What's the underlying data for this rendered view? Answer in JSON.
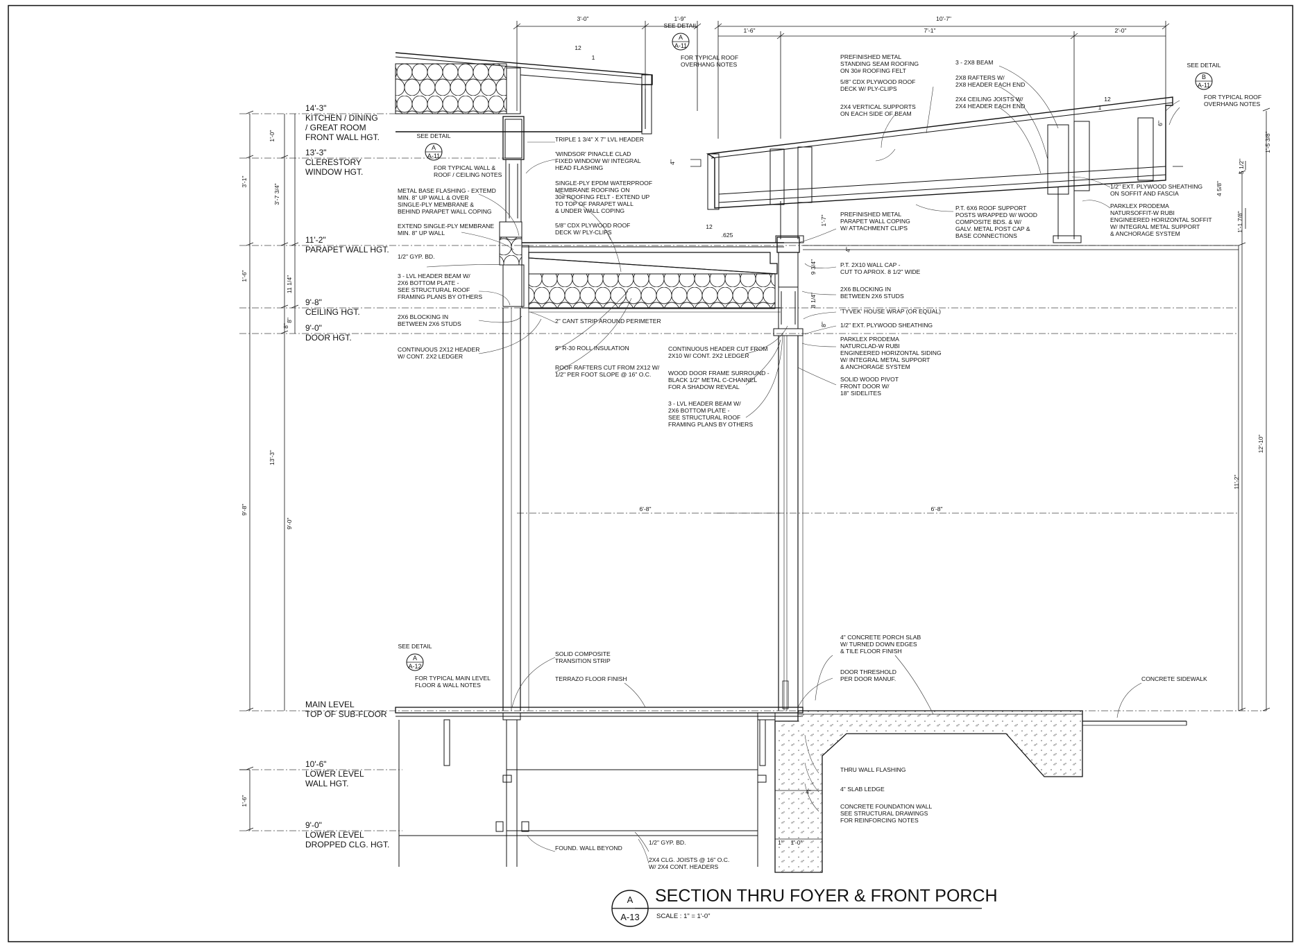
{
  "drawing": {
    "title": "SECTION THRU FOYER & FRONT PORCH",
    "scale": "SCALE :  1\" = 1'-0\"",
    "tag": {
      "letter": "A",
      "sheet": "A-13"
    }
  },
  "levels": [
    {
      "id": "kitchen",
      "lines": [
        "14'-3\"",
        "KITCHEN / DINING",
        "/ GREAT ROOM",
        "FRONT WALL HGT."
      ]
    },
    {
      "id": "clerestory",
      "lines": [
        "13'-3\"",
        "CLERESTORY",
        "WINDOW HGT."
      ]
    },
    {
      "id": "parapet",
      "lines": [
        "11'-2\"",
        "PARAPET WALL HGT."
      ]
    },
    {
      "id": "ceiling",
      "lines": [
        "9'-8\"",
        "CEILING HGT."
      ]
    },
    {
      "id": "door",
      "lines": [
        "9'-0\"",
        "DOOR HGT."
      ]
    },
    {
      "id": "main",
      "lines": [
        "MAIN LEVEL",
        "TOP OF SUB-FLOOR"
      ]
    },
    {
      "id": "lower-wall",
      "lines": [
        "10'-6\"",
        "LOWER LEVEL",
        "WALL HGT."
      ]
    },
    {
      "id": "lower-clg",
      "lines": [
        "9'-0\"",
        "LOWER LEVEL",
        "DROPPED CLG. HGT."
      ]
    }
  ],
  "dimensions": {
    "top": [
      "3'-0\"",
      "1'-9\"",
      "10'-7\"",
      "1'-6\"",
      "7'-1\"",
      "2'-0\""
    ],
    "left": [
      "1'-0\"",
      "3'-1\"",
      "3'-7 3/4\"",
      "1'-6\"",
      "11 1/4\"",
      "8\"",
      "13'-3\"",
      "9'-8\"",
      "9'-0\"",
      "1'-6\""
    ],
    "right": [
      "12'-10\"",
      "11'-2\"",
      "1'-5 3/8\"",
      "5 1/2\"",
      "4 5/8\"",
      "1'-1 7/8\""
    ],
    "mid": [
      "6'-8\"",
      "6'-8\"",
      "12",
      "1",
      "12",
      "1",
      "12",
      ".625",
      "6\"",
      "4\"",
      "4\"",
      "1'-7\"",
      "9 3/4\"",
      "8 1/4\"",
      "8\"",
      "8\"",
      "4\"",
      "1\"",
      "1'-0\""
    ]
  },
  "callouts": {
    "see_detail": [
      {
        "label": "SEE DETAIL",
        "letter": "A",
        "sheet": "A-11",
        "note": [
          "FOR TYPICAL ROOF",
          "OVERHANG NOTES"
        ]
      },
      {
        "label": "SEE DETAIL",
        "letter": "A",
        "sheet": "A-11",
        "note": [
          "FOR TYPICAL WALL &",
          "ROOF / CEILING NOTES"
        ]
      },
      {
        "label": "SEE DETAIL",
        "letter": "B",
        "sheet": "A-11",
        "note": [
          "FOR TYPICAL ROOF",
          "OVERHANG NOTES"
        ]
      },
      {
        "label": "SEE DETAIL",
        "letter": "A",
        "sheet": "A-12",
        "note": [
          "FOR TYPICAL MAIN LEVEL",
          "FLOOR & WALL NOTES"
        ]
      }
    ]
  },
  "notes": {
    "left": [
      [
        "METAL BASE FLASHING - EXTEMD",
        "MIN. 8\" UP WALL & OVER",
        "SINGLE-PLY MEMBRANE &",
        "BEHIND PARAPET WALL COPING"
      ],
      [
        "EXTEND SINGLE-PLY MEMBRANE",
        "MIN. 8\" UP WALL"
      ],
      [
        "1/2\" GYP. BD."
      ],
      [
        "3 - LVL HEADER BEAM W/",
        "2X6  BOTTOM PLATE -",
        "SEE STRUCTURAL ROOF",
        "FRAMING PLANS BY OTHERS"
      ],
      [
        "2X6 BLOCKING IN",
        "BETWEEN 2X6 STUDS"
      ],
      [
        "CONTINUOUS 2X12 HEADER",
        "W/ CONT. 2X2 LEDGER"
      ]
    ],
    "center": [
      [
        "TRIPLE 1 3/4\" X 7\" LVL HEADER"
      ],
      [
        "'WINDSOR' PINACLE CLAD",
        "FIXED WINDOW W/ INTEGRAL",
        "HEAD FLASHING"
      ],
      [
        "SINGLE-PLY EPDM WATERPROOF",
        "MEMBRANE ROOFING ON",
        "30# ROOFING FELT - EXTEND UP",
        "TO TOP OF PARAPET WALL",
        "& UNDER WALL COPING"
      ],
      [
        "5/8\" CDX PLYWOOD ROOF",
        "DECK W/ PLY-CLIPS"
      ],
      [
        "2\" CANT STRIP AROUND PERIMETER"
      ],
      [
        "9\" R-30 ROLL INSULATION"
      ],
      [
        "ROOF RAFTERS CUT FROM 2X12 W/",
        "1/2\" PER FOOT SLOPE @ 16\" O.C."
      ],
      [
        "CONTINUOUS HEADER CUT FROM",
        "2X10 W/ CONT. 2X2 LEDGER"
      ],
      [
        "WOOD DOOR FRAME SURROUND -",
        "BLACK 1/2\" METAL C-CHANNEL",
        "FOR A SHADOW REVEAL"
      ],
      [
        "3 - LVL HEADER BEAM W/",
        "2X6 BOTTOM PLATE -",
        "SEE STRUCTURAL ROOF",
        "FRAMING PLANS BY OTHERS"
      ]
    ],
    "upper_right": [
      [
        "PREFINISHED METAL",
        "STANDING SEAM ROOFING",
        "ON 30# ROOFING FELT"
      ],
      [
        "5/8\" CDX PLYWOOD ROOF",
        "DECK W/ PLY-CLIPS"
      ],
      [
        "2X4 VERTICAL SUPPORTS",
        "ON EACH SIDE OF BEAM"
      ],
      [
        "3 - 2X8 BEAM"
      ],
      [
        "2X8 RAFTERS  W/",
        "2X8 HEADER EACH END"
      ],
      [
        "2X4 CEILING JOISTS  W/",
        "2X4 HEADER EACH END"
      ],
      [
        "1/2\" EXT. PLYWOOD SHEATHING",
        "ON SOFFIT AND FASCIA"
      ],
      [
        "PARKLEX PRODEMA",
        "NATURSOFFIT-W RUBI",
        "ENGINEERED HORIZONTAL SOFFIT",
        "W/ INTEGRAL METAL SUPPORT",
        "& ANCHORAGE SYSTEM"
      ],
      [
        "P.T. 6X6 ROOF SUPPORT",
        "POSTS WRAPPED W/ WOOD",
        "COMPOSITE BDS. & W/",
        "GALV. METAL POST CAP &",
        "BASE CONNECTIONS"
      ]
    ],
    "right_mid": [
      [
        "PREFINISHED METAL",
        "PARAPET WALL COPING",
        "W/ ATTACHMENT CLIPS"
      ],
      [
        "P.T. 2X10 WALL CAP -",
        "CUT TO APROX. 8 1/2\" WIDE"
      ],
      [
        "2X6 BLOCKING IN",
        "BETWEEN 2X6 STUDS"
      ],
      [
        "'TYVEK' HOUSE WRAP (OR EQUAL)"
      ],
      [
        "1/2\" EXT. PLYWOOD SHEATHING"
      ],
      [
        "PARKLEX PRODEMA",
        "NATURCLAD-W RUBI",
        "ENGINEERED HORIZONTAL SIDING",
        "W/ INTEGRAL METAL SUPPORT",
        "& ANCHORAGE SYSTEM"
      ],
      [
        "SOLID WOOD PIVOT",
        "FRONT DOOR W/",
        "18\" SIDELITES"
      ]
    ],
    "floor": [
      [
        "SOLID COMPOSITE",
        "TRANSITION STRIP"
      ],
      [
        "TERRAZO FLOOR FINISH"
      ],
      [
        "4\" CONCRETE PORCH SLAB",
        "W/ TURNED DOWN EDGES",
        "& TILE FLOOR FINISH"
      ],
      [
        "DOOR THRESHOLD",
        "PER DOOR MANUF."
      ],
      [
        "CONCRETE SIDEWALK"
      ],
      [
        "THRU WALL FLASHING"
      ],
      [
        "4\" SLAB LEDGE"
      ],
      [
        "CONCRETE FOUNDATION WALL",
        "SEE STRUCTURAL DRAWINGS",
        "FOR REINFORCING NOTES"
      ],
      [
        "FOUND. WALL BEYOND"
      ],
      [
        "1/2\" GYP. BD."
      ],
      [
        "2X4 CLG. JOISTS @ 16\" O.C.",
        "W/ 2X4 CONT. HEADERS"
      ]
    ]
  }
}
